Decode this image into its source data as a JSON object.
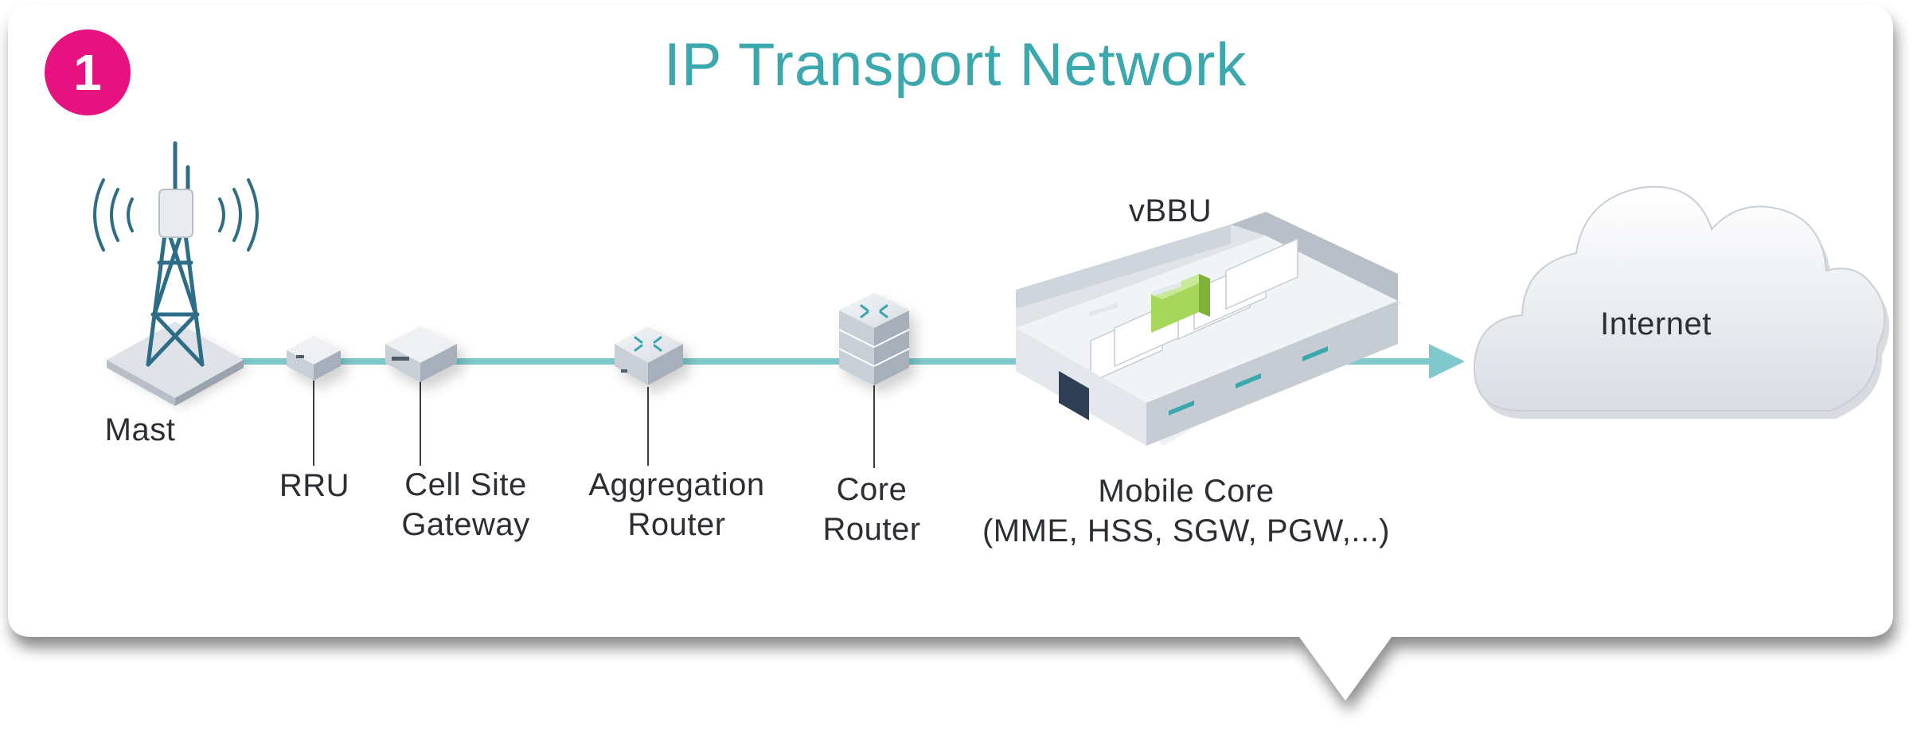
{
  "title": "IP Transport Network",
  "step_number": "1",
  "colors": {
    "accent": "#3aa8ad",
    "badge": "#e6127f",
    "link_line": "#7fc9cc",
    "text": "#2b2f33",
    "device": "#dfe3e8",
    "vbbu_highlight": "#a6d65a"
  },
  "nodes": {
    "mast": {
      "label": "Mast",
      "icon": "cell-tower-icon"
    },
    "rru": {
      "label": "RRU",
      "icon": "rru-device-icon"
    },
    "cell_site_gateway": {
      "line1": "Cell Site",
      "line2": "Gateway",
      "icon": "gateway-device-icon"
    },
    "aggregation_router": {
      "line1": "Aggregation",
      "line2": "Router",
      "icon": "router-icon"
    },
    "core_router": {
      "line1": "Core",
      "line2": "Router",
      "icon": "core-router-icon"
    },
    "vbbu": {
      "label": "vBBU"
    },
    "mobile_core": {
      "line1": "Mobile Core",
      "line2": "(MME, HSS, SGW, PGW,...)",
      "icon": "data-center-icon"
    },
    "internet": {
      "label": "Internet",
      "icon": "cloud-icon"
    }
  }
}
